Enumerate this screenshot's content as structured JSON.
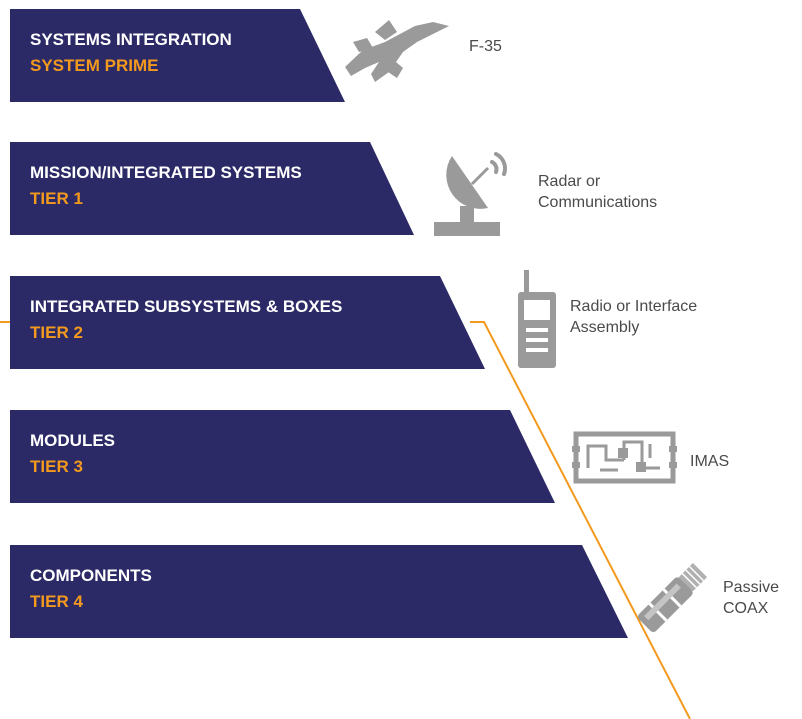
{
  "colors": {
    "tier_bg": "#2B2A66",
    "accent": "#F39A1E",
    "icon": "#9a9a9a",
    "label_text": "#4a4a4a"
  },
  "tiers": [
    {
      "title": "SYSTEMS INTEGRATION",
      "level": "SYSTEM PRIME",
      "icon": "fighter-jet-icon",
      "label_lines": [
        "F-35"
      ]
    },
    {
      "title": "MISSION/INTEGRATED SYSTEMS",
      "level": "TIER 1",
      "icon": "radar-dish-icon",
      "label_lines": [
        "Radar or",
        "Communications"
      ]
    },
    {
      "title": "INTEGRATED SUBSYSTEMS & BOXES",
      "level": "TIER 2",
      "icon": "radio-icon",
      "label_lines": [
        "Radio or Interface",
        "Assembly"
      ]
    },
    {
      "title": "MODULES",
      "level": "TIER 3",
      "icon": "circuit-module-icon",
      "label_lines": [
        "IMAS"
      ]
    },
    {
      "title": "COMPONENTS",
      "level": "TIER 4",
      "icon": "coax-connector-icon",
      "label_lines": [
        "Passive",
        "COAX"
      ]
    }
  ]
}
